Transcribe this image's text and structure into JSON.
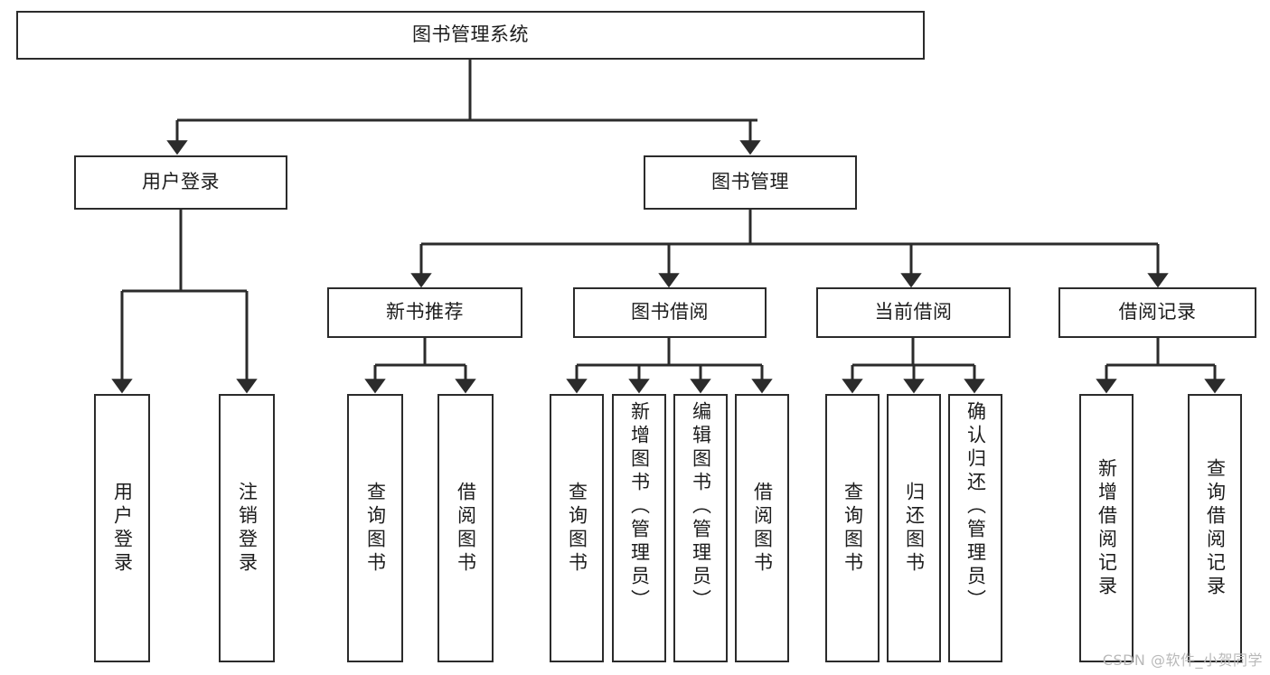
{
  "diagram": {
    "title": "图书管理系统",
    "type": "tree-hierarchy-chart",
    "watermark": "CSDN @软件_小贺同学",
    "colors": {
      "box_border": "#2b2b2b",
      "box_fill": "#ffffff",
      "connector": "#2b2b2b",
      "text": "#1c1c1c",
      "watermark": "#b9b9b9",
      "background": "#ffffff"
    },
    "root": {
      "id": "root",
      "label": "图书管理系统"
    },
    "level2": [
      {
        "id": "user-login",
        "label": "用户登录"
      },
      {
        "id": "book-management",
        "label": "图书管理"
      }
    ],
    "level3": [
      {
        "id": "new-book-recommend",
        "label": "新书推荐"
      },
      {
        "id": "book-borrow",
        "label": "图书借阅"
      },
      {
        "id": "current-borrow",
        "label": "当前借阅"
      },
      {
        "id": "borrow-record",
        "label": "借阅记录"
      }
    ],
    "leaves": {
      "user_login": [
        {
          "id": "leaf-user-login",
          "label": "用户登录"
        },
        {
          "id": "leaf-logout",
          "label": "注销登录"
        }
      ],
      "new_book_recommend": [
        {
          "id": "leaf-query-book-1",
          "label": "查询图书"
        },
        {
          "id": "leaf-borrow-book-1",
          "label": "借阅图书"
        }
      ],
      "book_borrow": [
        {
          "id": "leaf-query-book-2",
          "label": "查询图书"
        },
        {
          "id": "leaf-add-book",
          "label": "新增图书（管理员）"
        },
        {
          "id": "leaf-edit-book",
          "label": "编辑图书（管理员）"
        },
        {
          "id": "leaf-borrow-book-2",
          "label": "借阅图书"
        }
      ],
      "current_borrow": [
        {
          "id": "leaf-query-book-3",
          "label": "查询图书"
        },
        {
          "id": "leaf-return-book",
          "label": "归还图书"
        },
        {
          "id": "leaf-confirm-return",
          "label": "确认归还（管理员）"
        }
      ],
      "borrow_record": [
        {
          "id": "leaf-add-record",
          "label": "新增借阅记录"
        },
        {
          "id": "leaf-query-record",
          "label": "查询借阅记录"
        }
      ]
    }
  }
}
